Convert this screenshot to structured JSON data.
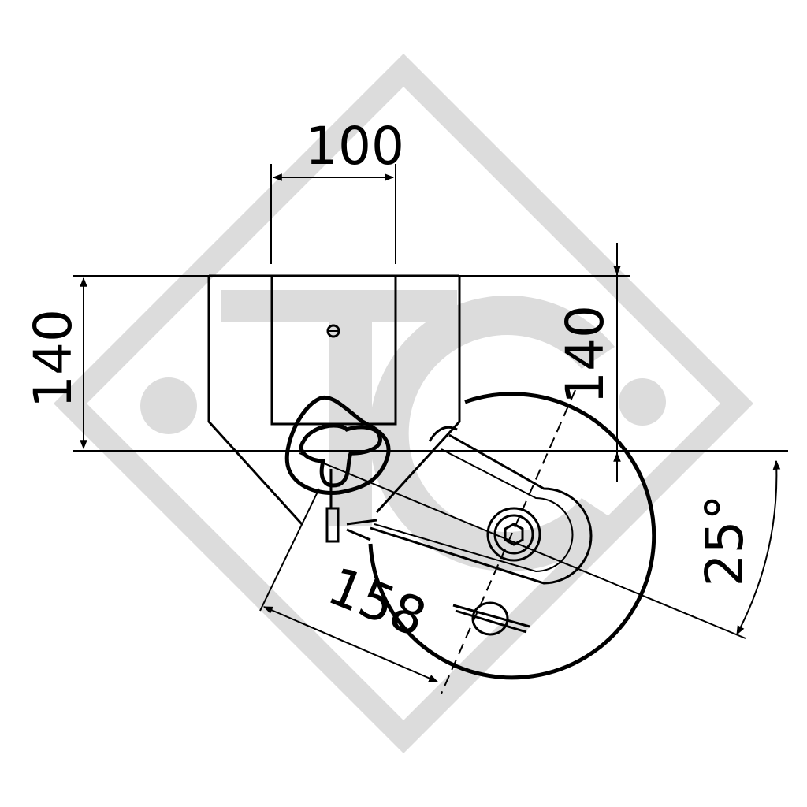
{
  "watermark": {
    "logo_text": "TC",
    "color": "#dcdcdc"
  },
  "dimensions": {
    "width_top": "100",
    "height_left": "140",
    "height_right": "140",
    "arm_length": "158",
    "angle": "25°"
  },
  "colors": {
    "line": "#000000",
    "background": "#ffffff",
    "watermark": "#dcdcdc"
  }
}
